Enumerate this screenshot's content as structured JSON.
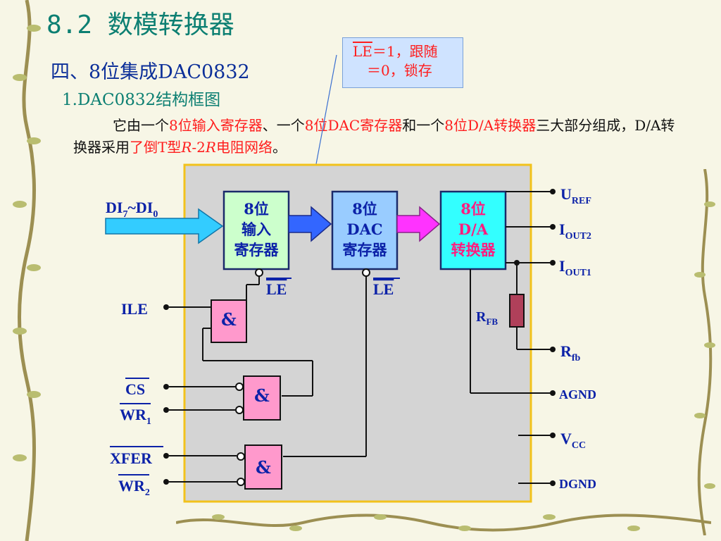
{
  "title": "8.2 数模转换器",
  "subtitle": "四、8位集成DAC0832",
  "subsubtitle": "1.DAC0832结构框图",
  "paragraph": {
    "p1": "它由一个",
    "r1": "8位输入寄存器",
    "p2": "、一个",
    "r2": "8位DAC寄存器",
    "p3": "和一个",
    "r3": "8位D/A转换器",
    "p4": "三大部分组成，D/A转换器采用",
    "r4a": "了倒T型",
    "r4b": "R",
    "r4c": "-2",
    "r4d": "R",
    "r4e": "电阻网络",
    "p5": "。"
  },
  "note": {
    "le": "LE",
    "line1_rest": "＝1，跟随",
    "line2": "＝0，锁存"
  },
  "diagram": {
    "input_label": "DI",
    "input_sub1": "7",
    "input_tilde": "~DI",
    "input_sub2": "0",
    "block1": [
      "8位",
      "输入",
      "寄存器"
    ],
    "block2": [
      "8位",
      "DAC",
      "寄存器"
    ],
    "block3": [
      "8位",
      "D/A",
      "转换器"
    ],
    "le": "LE",
    "and": "&",
    "ile": "ILE",
    "cs": "CS",
    "wr": "WR",
    "wr1_sub": "1",
    "xfer": "XFER",
    "wr2_sub": "2",
    "rfb_left": "R",
    "rfb_left_sub": "FB",
    "pin_i": "I",
    "uref": "U",
    "uref_sub": "REF",
    "iout2_sub": "OUT2",
    "iout1_sub": "OUT1",
    "rfb_right": "R",
    "rfb_right_sub": "fb",
    "agnd": "AGND",
    "vcc": "V",
    "vcc_sub": "CC",
    "dgnd": "DGND"
  },
  "colors": {
    "chip_bg": "#d4d4d4",
    "chip_border": "#f2c21b",
    "block_green": "#ccffcc",
    "block_blue": "#99ccff",
    "block_cyan": "#33ffff",
    "gate_pink": "#ff99cc",
    "resistor": "#b0405a"
  }
}
